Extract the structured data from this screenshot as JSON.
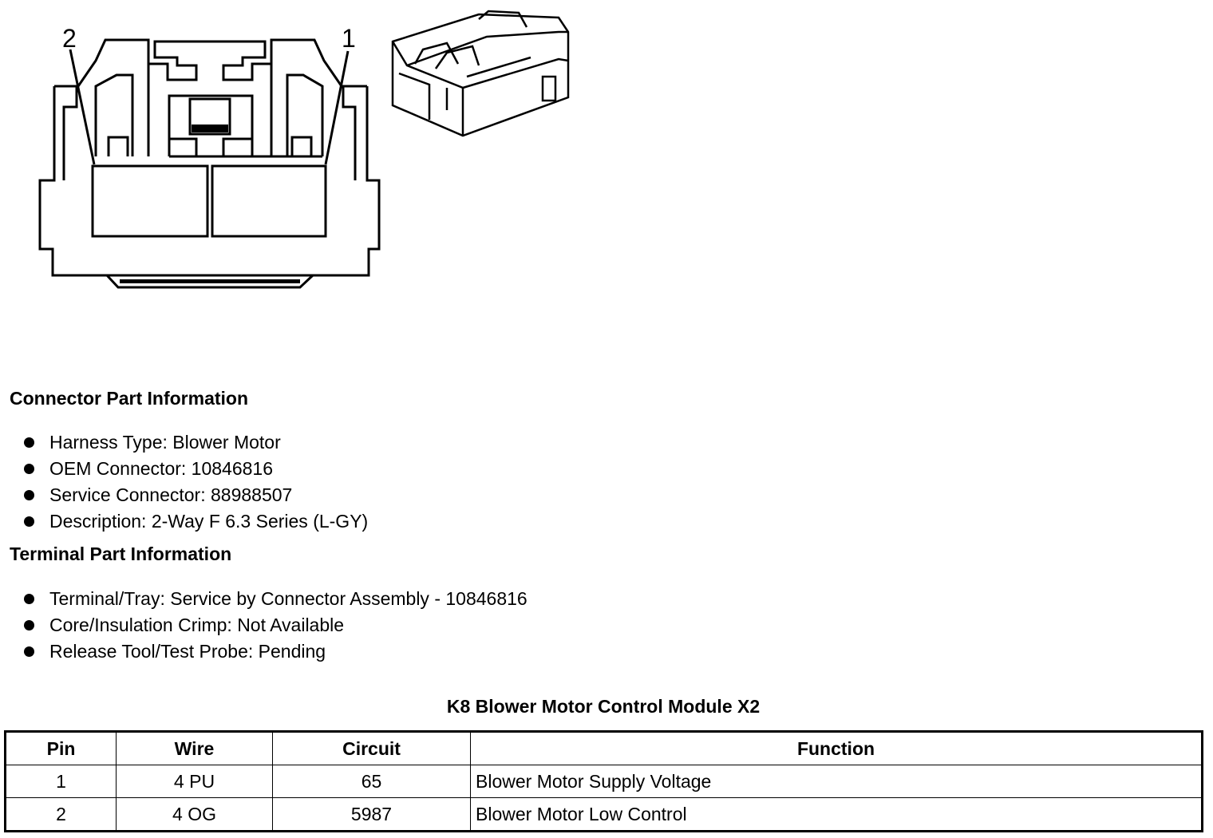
{
  "diagram": {
    "pin_labels": [
      "2",
      "1"
    ]
  },
  "connector_info": {
    "heading": "Connector Part Information",
    "items": [
      "Harness Type: Blower Motor",
      "OEM Connector: 10846816",
      "Service Connector: 88988507",
      "Description: 2-Way F 6.3 Series (L-GY)"
    ]
  },
  "terminal_info": {
    "heading": "Terminal Part Information",
    "items": [
      "Terminal/Tray: Service by Connector Assembly - 10846816",
      "Core/Insulation Crimp: Not Available",
      "Release Tool/Test Probe: Pending"
    ]
  },
  "pin_table": {
    "title": "K8 Blower Motor Control Module X2",
    "headers": [
      "Pin",
      "Wire",
      "Circuit",
      "Function"
    ],
    "rows": [
      [
        "1",
        "4 PU",
        "65",
        "Blower Motor Supply Voltage"
      ],
      [
        "2",
        "4 OG",
        "5987",
        "Blower Motor Low Control"
      ]
    ]
  }
}
